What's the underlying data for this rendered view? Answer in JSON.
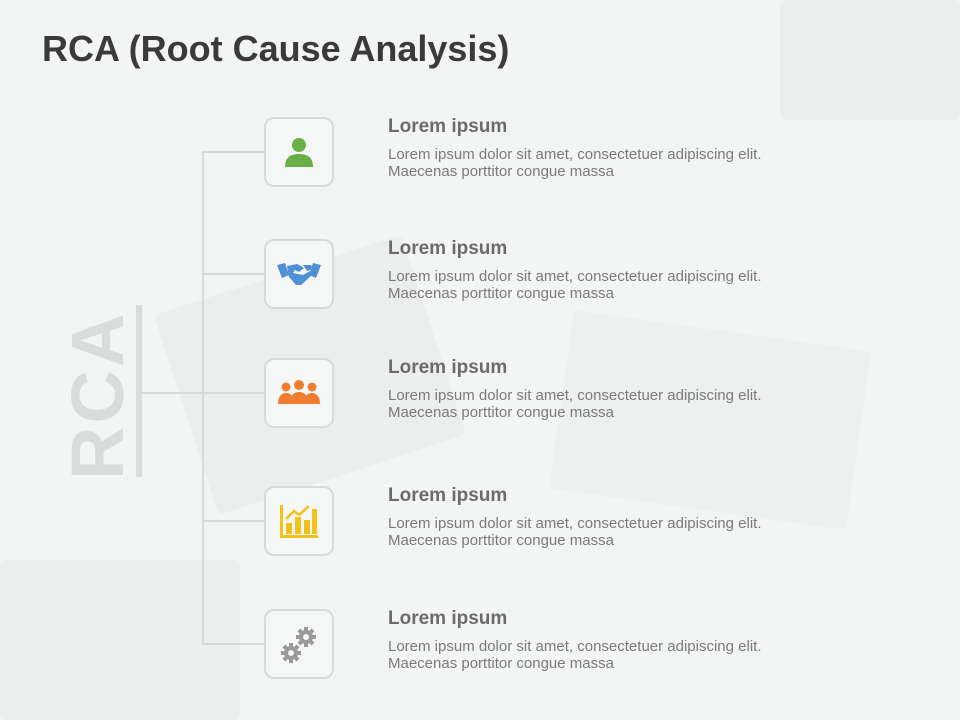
{
  "title": "RCA (Root Cause Analysis)",
  "side_label": "RCA",
  "colors": {
    "person": "#6aaf45",
    "handshake": "#4f8fd6",
    "team": "#ee7d2f",
    "chart": "#f2c21a",
    "gears": "#9a9a9a"
  },
  "items": [
    {
      "icon": "person-icon",
      "heading": "Lorem ipsum",
      "description": "Lorem ipsum dolor sit amet, consectetuer adipiscing elit.\nMaecenas porttitor congue massa"
    },
    {
      "icon": "handshake-icon",
      "heading": "Lorem ipsum",
      "description": "Lorem ipsum dolor sit amet, consectetuer adipiscing elit.\nMaecenas porttitor congue massa"
    },
    {
      "icon": "team-icon",
      "heading": "Lorem ipsum",
      "description": "Lorem ipsum dolor sit amet, consectetuer adipiscing elit.\nMaecenas porttitor congue massa"
    },
    {
      "icon": "bar-chart-icon",
      "heading": "Lorem ipsum",
      "description": "Lorem ipsum dolor sit amet, consectetuer adipiscing elit.\nMaecenas porttitor congue massa"
    },
    {
      "icon": "gears-icon",
      "heading": "Lorem ipsum",
      "description": "Lorem ipsum dolor sit amet, consectetuer adipiscing elit.\nMaecenas porttitor congue massa"
    }
  ]
}
